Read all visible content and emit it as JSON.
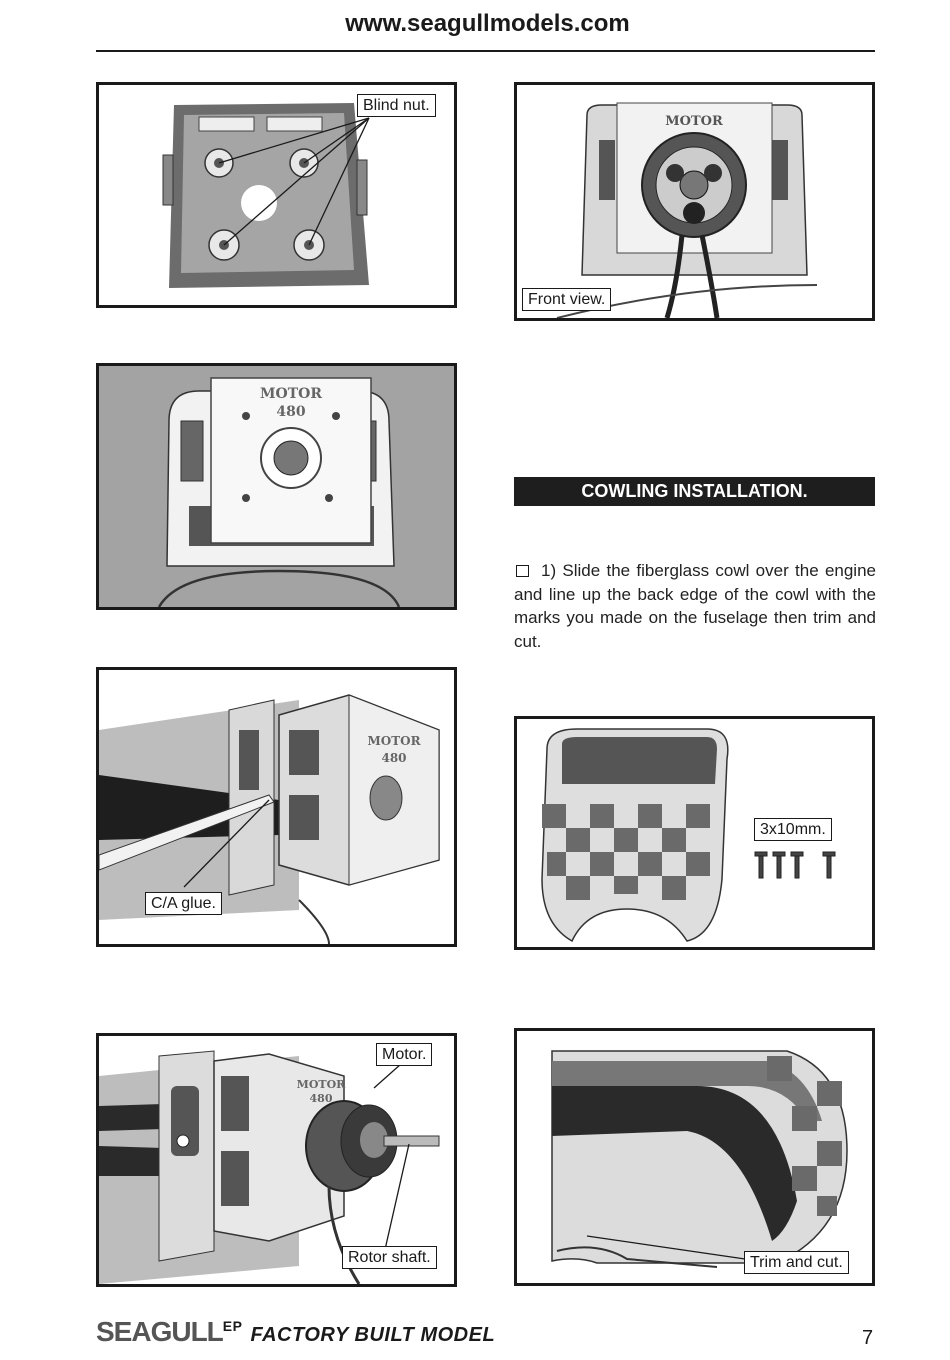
{
  "header": {
    "url": "www.seagullmodels.com"
  },
  "figures": {
    "blind_nut": {
      "label": "Blind nut."
    },
    "front_view": {
      "label": "Front view.",
      "stamp": "MOTOR"
    },
    "motor_box": {
      "stamp_line1": "MOTOR",
      "stamp_line2": "480"
    },
    "ca_glue": {
      "label": "C/A glue.",
      "stamp_line1": "MOTOR",
      "stamp_line2": "480"
    },
    "motor_mount": {
      "motor_label": "Motor.",
      "shaft_label": "Rotor shaft.",
      "stamp_line1": "MOTOR",
      "stamp_line2": "480"
    },
    "cowl_screws": {
      "label": "3x10mm."
    },
    "cowl_trim": {
      "label": "Trim and cut."
    }
  },
  "section": {
    "title": "COWLING INSTALLATION."
  },
  "step": {
    "text": "1)  Slide the fiberglass cowl over the engine and line up the back edge of the cowl with the marks you made on the fuselage then trim and cut."
  },
  "footer": {
    "brand": "SEAGULL",
    "brand_sup": "EP",
    "tagline": "FACTORY BUILT MODEL",
    "page_number": "7"
  }
}
